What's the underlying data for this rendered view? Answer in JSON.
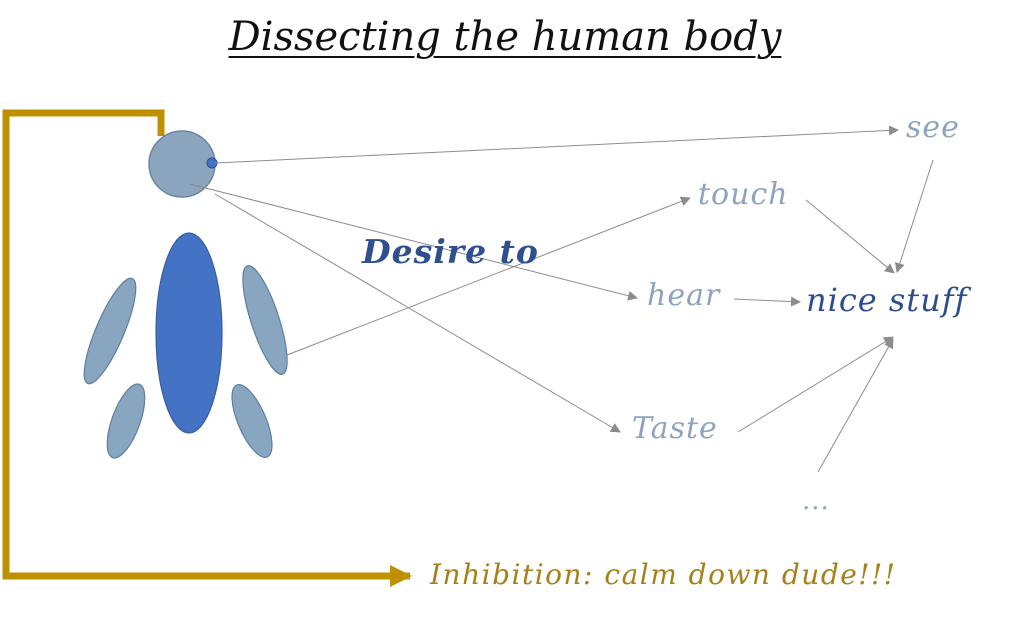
{
  "title": "Dissecting the human body",
  "labels": {
    "desire": "Desire to",
    "see": "see",
    "touch": "touch",
    "hear": "hear",
    "taste": "Taste",
    "nice_stuff": "nice stuff",
    "ellipsis": "...",
    "inhibition": "Inhibition: calm down dude!!!"
  },
  "colors": {
    "head": "#8ba5bf",
    "body": "#4472c4",
    "limb": "#89a6c1",
    "arrow": "#8c8c8c",
    "inhibition": "#bf9000",
    "label_light": "#8fa3bd",
    "label_dark": "#2e4d8d"
  }
}
